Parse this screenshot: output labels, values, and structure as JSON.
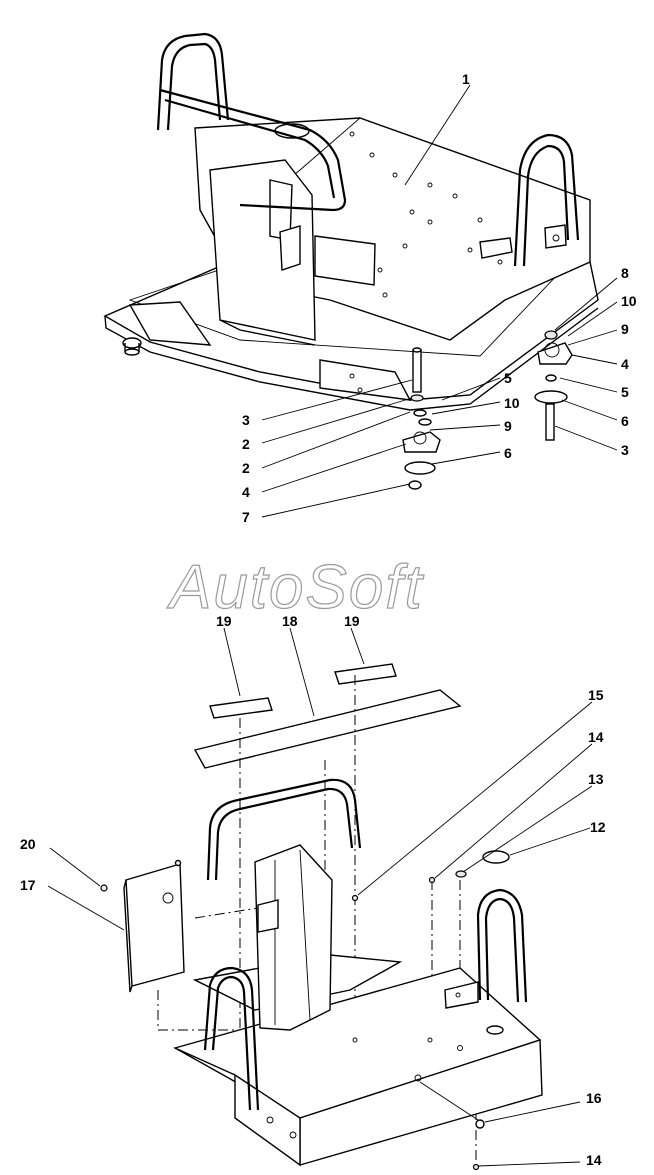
{
  "watermark": "AutoSoft",
  "top_assembly": {
    "callouts": {
      "c1": "1",
      "c8": "8",
      "c10a": "10",
      "c9a": "9",
      "c4a": "4",
      "c5a": "5",
      "c6a": "6",
      "c3a": "3",
      "c5b": "5",
      "c3b": "3",
      "c2a": "2",
      "c10b": "10",
      "c9b": "9",
      "c2b": "2",
      "c6b": "6",
      "c4b": "4",
      "c7": "7"
    }
  },
  "bottom_assembly": {
    "callouts": {
      "c19a": "19",
      "c18": "18",
      "c19b": "19",
      "c15": "15",
      "c14a": "14",
      "c13": "13",
      "c12": "12",
      "c20": "20",
      "c17": "17",
      "c16": "16",
      "c14b": "14"
    }
  },
  "colors": {
    "line": "#000000",
    "background": "#ffffff",
    "watermark_outline": "#9a9a9a"
  }
}
